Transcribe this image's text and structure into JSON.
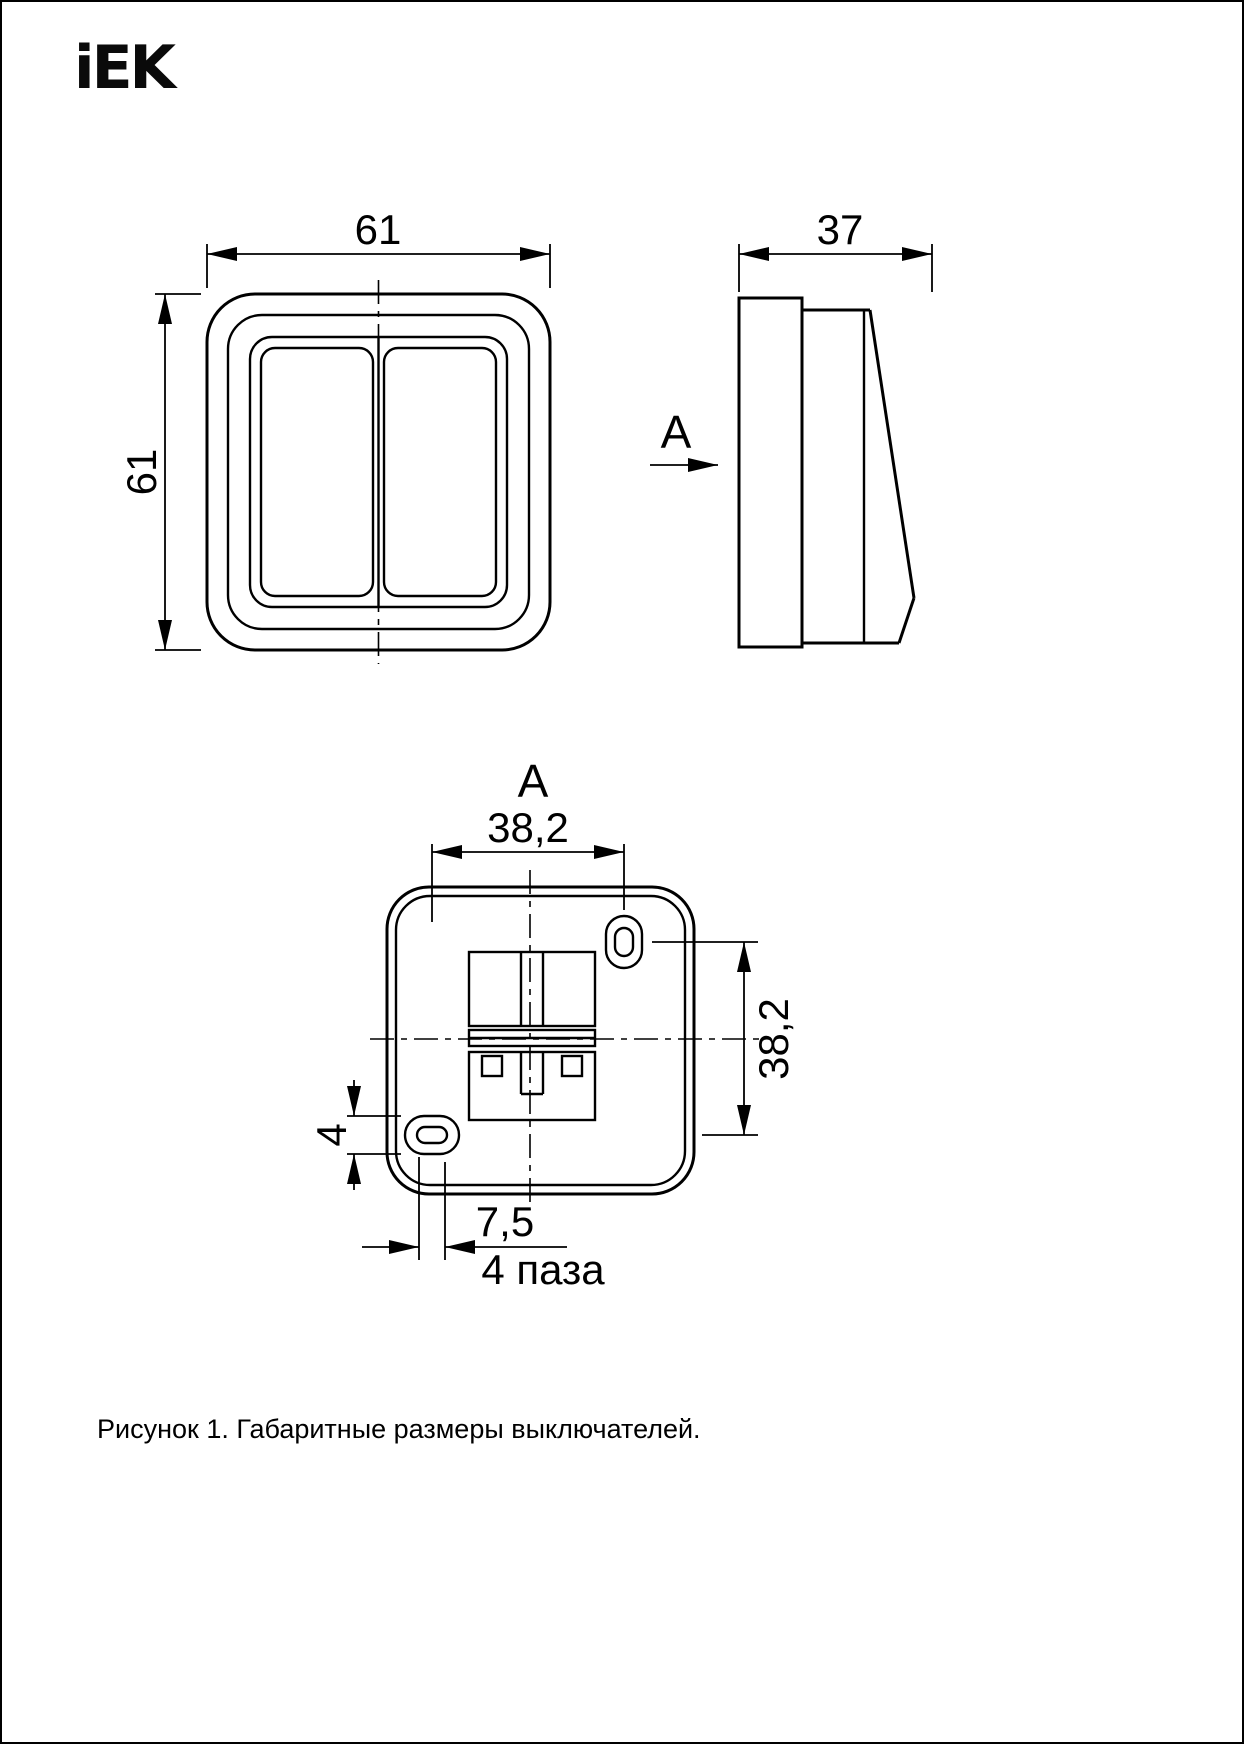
{
  "logo": {
    "text": "iEK"
  },
  "front_view": {
    "width_dim": "61",
    "height_dim": "61"
  },
  "side_view": {
    "depth_dim": "37",
    "view_arrow_label": "A"
  },
  "rear_view": {
    "title": "A",
    "hole_spacing_h": "38,2",
    "hole_spacing_v": "38,2",
    "slot_width": "4",
    "slot_offset": "7,5",
    "slots_count_note": "4 паза"
  },
  "page": {
    "caption": "Рисунок 1. Габаритные размеры выключателей."
  },
  "colors": {
    "line": "#000000",
    "background": "#ffffff"
  }
}
